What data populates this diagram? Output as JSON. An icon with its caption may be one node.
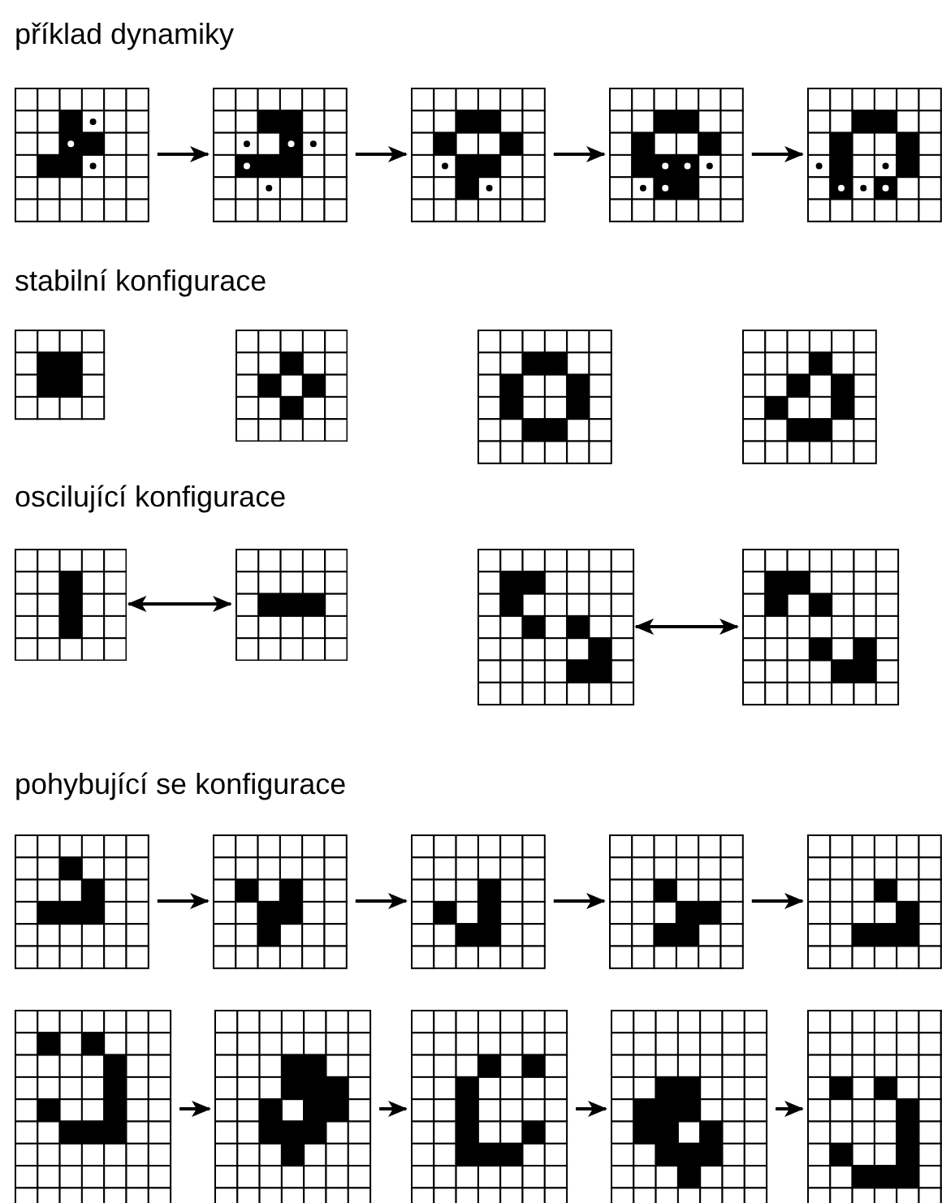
{
  "diagram": {
    "nodes": [
      {
        "text": [],
        "shape": "grid"
      },
      {
        "text": [],
        "shape": "grid"
      },
      {
        "text": [],
        "shape": "grid"
      },
      {
        "text": [],
        "shape": "grid"
      },
      {
        "text": [],
        "shape": "grid"
      },
      {
        "text": [],
        "shape": "grid"
      },
      {
        "text": [],
        "shape": "grid"
      },
      {
        "text": [],
        "shape": "grid"
      },
      {
        "text": [],
        "shape": "grid"
      },
      {
        "text": [],
        "shape": "grid"
      },
      {
        "text": [],
        "shape": "grid"
      },
      {
        "text": [],
        "shape": "grid"
      },
      {
        "text": [],
        "shape": "grid"
      },
      {
        "text": [],
        "shape": "grid"
      },
      {
        "text": [],
        "shape": "grid"
      },
      {
        "text": [],
        "shape": "grid"
      },
      {
        "text": [],
        "shape": "grid"
      },
      {
        "text": [],
        "shape": "grid"
      },
      {
        "text": [],
        "shape": "grid"
      },
      {
        "text": [],
        "shape": "grid"
      },
      {
        "text": [],
        "shape": "grid"
      },
      {
        "text": [],
        "shape": "grid"
      },
      {
        "text": [],
        "shape": "grid"
      }
    ],
    "edges": [
      {
        "from": 0,
        "to": 1,
        "arrow": "to"
      },
      {
        "from": 1,
        "to": 2,
        "arrow": "to"
      },
      {
        "from": 2,
        "to": 3,
        "arrow": "to"
      },
      {
        "from": 3,
        "to": 4,
        "arrow": "to"
      },
      {
        "from": 9,
        "to": 10,
        "arrow": "both"
      },
      {
        "from": 11,
        "to": 12,
        "arrow": "both"
      },
      {
        "from": 13,
        "to": 14,
        "arrow": "to"
      },
      {
        "from": 14,
        "to": 15,
        "arrow": "to"
      },
      {
        "from": 15,
        "to": 16,
        "arrow": "to"
      },
      {
        "from": 16,
        "to": 17,
        "arrow": "to"
      },
      {
        "from": 18,
        "to": 19,
        "arrow": "to"
      },
      {
        "from": 19,
        "to": 20,
        "arrow": "to"
      },
      {
        "from": 20,
        "to": 21,
        "arrow": "to"
      },
      {
        "from": 21,
        "to": 22,
        "arrow": "to"
      }
    ],
    "labels": [
      "příklad dynamiky",
      "stabilní konfigurace",
      "oscilující konfigurace",
      "pohybující se konfigurace"
    ]
  }
}
